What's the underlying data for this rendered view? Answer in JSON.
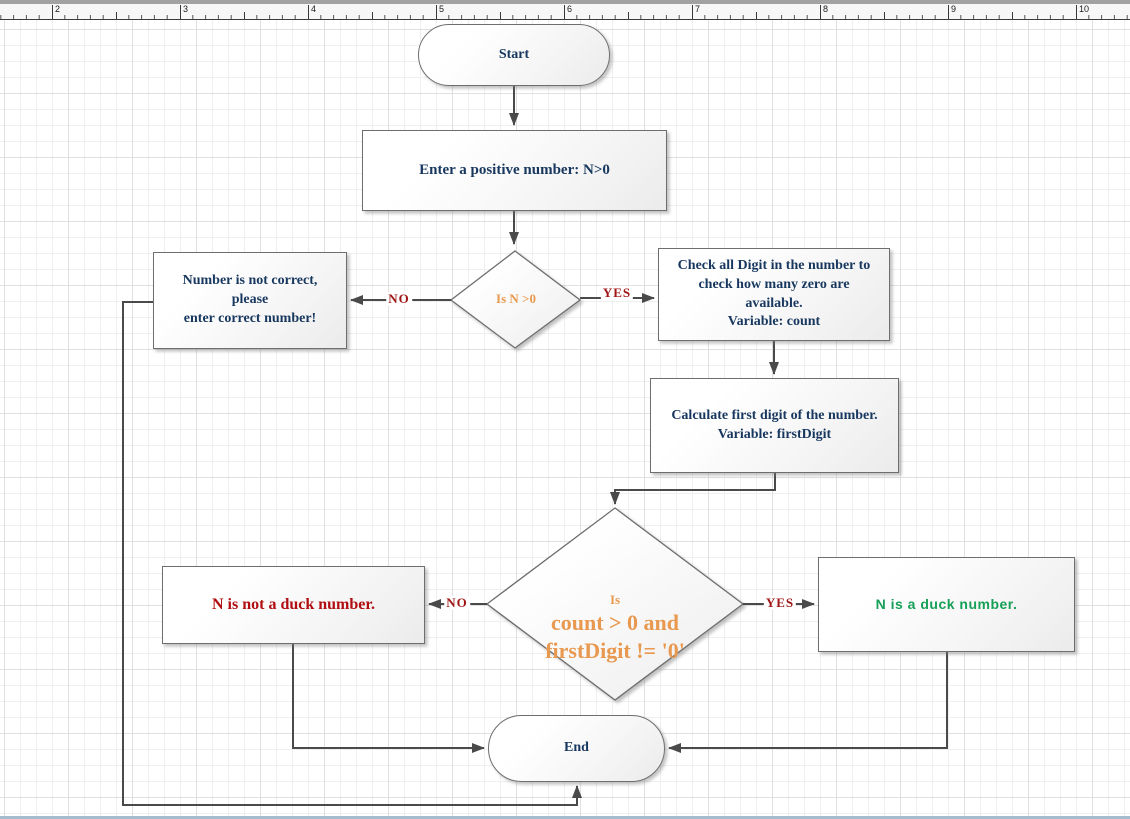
{
  "ruler": {
    "numbers": [
      "2",
      "3",
      "4",
      "5",
      "6",
      "7",
      "8",
      "9",
      "10"
    ]
  },
  "colors": {
    "node_text_navy": "#17375E",
    "decision_text_orange": "#E8994F",
    "edge_label_red": "#A01718",
    "negative_result_red": "#B00E11",
    "positive_result_green": "#16A057",
    "connector_gray": "#4A4A4A"
  },
  "nodes": {
    "start": {
      "label": "Start"
    },
    "input": {
      "label": "Enter a positive number: N>0"
    },
    "decision_n": {
      "label": "Is N >0"
    },
    "invalid": {
      "label": [
        "Number is not correct, please",
        "enter correct number!"
      ]
    },
    "count_zeros": {
      "label": [
        "Check all Digit in the number to",
        "check how many zero are available.",
        "Variable: count"
      ]
    },
    "first_digit": {
      "label": [
        "Calculate first digit of the number.",
        "Variable: firstDigit"
      ]
    },
    "decision_duck": {
      "prefix": "Is",
      "label": [
        "count > 0 and",
        "firstDigit != '0'"
      ]
    },
    "not_duck": {
      "label": "N is not a duck number."
    },
    "duck": {
      "label": "N is a duck number."
    },
    "end": {
      "label": "End"
    }
  },
  "edge_labels": {
    "no_n": "NO",
    "yes_n": "YES",
    "no_duck": "NO",
    "yes_duck": "YES"
  }
}
